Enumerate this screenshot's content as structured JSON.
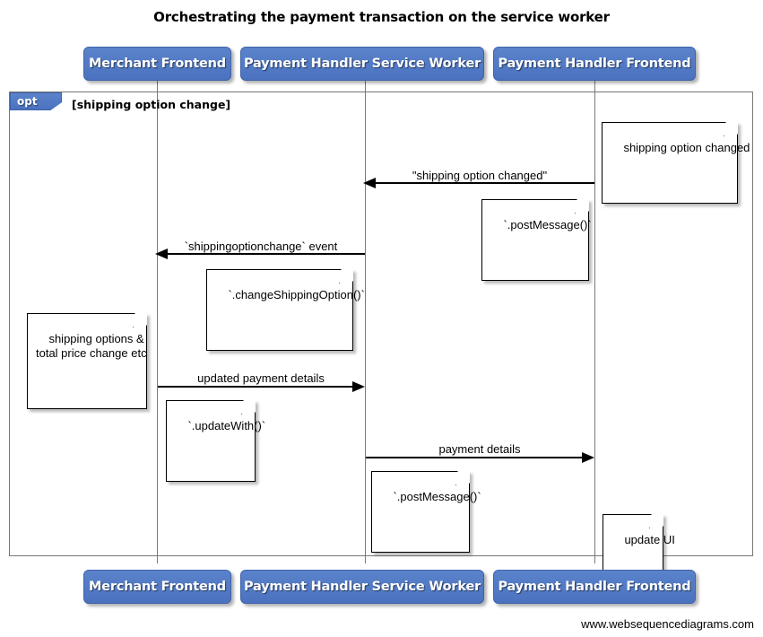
{
  "title": "Orchestrating the payment transaction on the service worker",
  "footer": "www.websequencediagrams.com",
  "colors": {
    "participant_fill": "#4f7ac7",
    "participant_border": "#3f63a8",
    "participant_text": "#ffffff",
    "frame_border": "#777777",
    "line": "#000000",
    "lifeline": "#7a7a7a",
    "note_fill": "#ffffff",
    "background": "#ffffff"
  },
  "participants": [
    {
      "id": "merchant-frontend",
      "label": "Merchant Frontend"
    },
    {
      "id": "payment-handler-service-worker",
      "label": "Payment Handler Service Worker"
    },
    {
      "id": "payment-handler-frontend",
      "label": "Payment Handler Frontend"
    }
  ],
  "fragment": {
    "kind": "opt",
    "guard": "[shipping option change]"
  },
  "messages": [
    {
      "id": "shipping-option-changed",
      "label": "\"shipping option changed\"",
      "from": "payment-handler-frontend",
      "to": "payment-handler-service-worker",
      "direction": "left"
    },
    {
      "id": "shippingoptionchange-event",
      "label": "`shippingoptionchange` event",
      "from": "payment-handler-service-worker",
      "to": "merchant-frontend",
      "direction": "left"
    },
    {
      "id": "updated-payment-details",
      "label": "updated payment details",
      "from": "merchant-frontend",
      "to": "payment-handler-service-worker",
      "direction": "right"
    },
    {
      "id": "payment-details",
      "label": "payment details",
      "from": "payment-handler-service-worker",
      "to": "payment-handler-frontend",
      "direction": "right"
    }
  ],
  "notes": [
    {
      "id": "note-shipping-option-changed",
      "text": "shipping option changed",
      "on": "payment-handler-frontend"
    },
    {
      "id": "note-post-message-1",
      "text": "`.postMessage()`",
      "on": "payment-handler-service-worker"
    },
    {
      "id": "note-change-shipping-option",
      "text": "`.changeShippingOption()`",
      "on": "merchant-frontend"
    },
    {
      "id": "note-shipping-options-total-price",
      "text": "shipping options &\ntotal price change etc",
      "on": "merchant-frontend"
    },
    {
      "id": "note-update-with",
      "text": "`.updateWith()`",
      "on": "merchant-frontend"
    },
    {
      "id": "note-post-message-2",
      "text": "`.postMessage()`",
      "on": "payment-handler-service-worker"
    },
    {
      "id": "note-update-ui",
      "text": "update UI",
      "on": "payment-handler-frontend"
    }
  ]
}
